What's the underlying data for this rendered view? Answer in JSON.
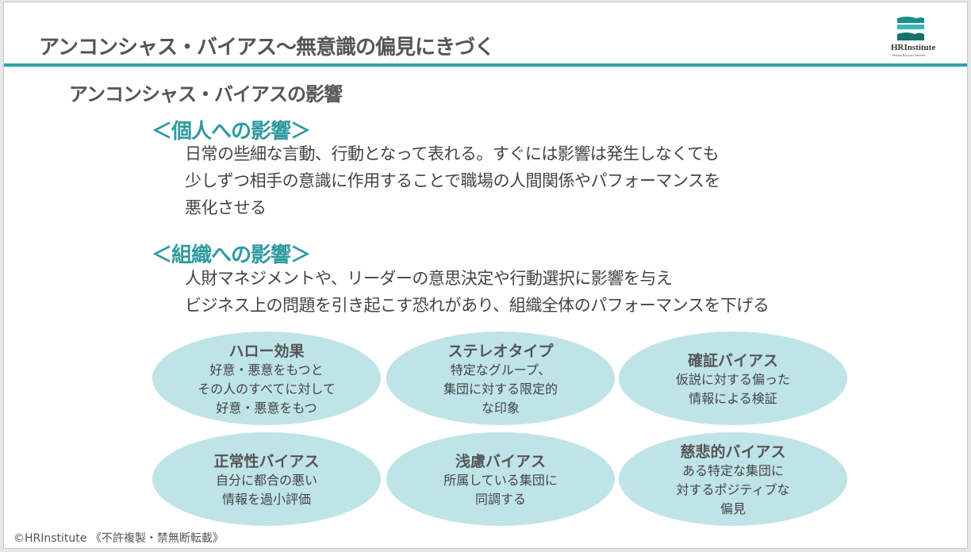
{
  "title": "アンコンシャス・バイアス〜無意識の偏見にきづく",
  "logo": {
    "text": "HRInstitute",
    "sub": "Human Resource Institute",
    "color": "#1a8f8a"
  },
  "subtitle": "アンコンシャス・バイアスの影響",
  "sections": [
    {
      "heading": "＜個人への影響＞",
      "lines": [
        "日常の些細な言動、行動となって表れる。すぐには影響は発生しなくても",
        "少しずつ相手の意識に作用することで職場の人間関係やパフォーマンスを",
        "悪化させる"
      ]
    },
    {
      "heading": "＜組織への影響＞",
      "lines": [
        "人財マネジメントや、リーダーの意思決定や行動選択に影響を与え",
        "ビジネス上の問題を引き起こす恐れがあり、組織全体のパフォーマンスを下げる"
      ]
    }
  ],
  "biases": [
    {
      "title": "ハロー効果",
      "lines": [
        "好意・悪意をもつと",
        "その人のすべてに対して",
        "好意・悪意をもつ"
      ]
    },
    {
      "title": "ステレオタイプ",
      "lines": [
        "特定なグループ、",
        "集団に対する限定的",
        "な印象"
      ]
    },
    {
      "title": "確証バイアス",
      "lines": [
        "仮説に対する偏った",
        "情報による検証"
      ]
    },
    {
      "title": "正常性バイアス",
      "lines": [
        "自分に都合の悪い",
        "情報を過小評価"
      ]
    },
    {
      "title": "浅慮バイアス",
      "lines": [
        "所属している集団に",
        "同調する"
      ]
    },
    {
      "title": "慈悲的バイアス",
      "lines": [
        "ある特定な集団に",
        "対するポジティブな",
        "偏見"
      ]
    }
  ],
  "copyright": "©HRInstitute 《不許複製・禁無断転載》",
  "colors": {
    "accent": "#2aa5ab",
    "ellipse": "#bfe4e8"
  }
}
